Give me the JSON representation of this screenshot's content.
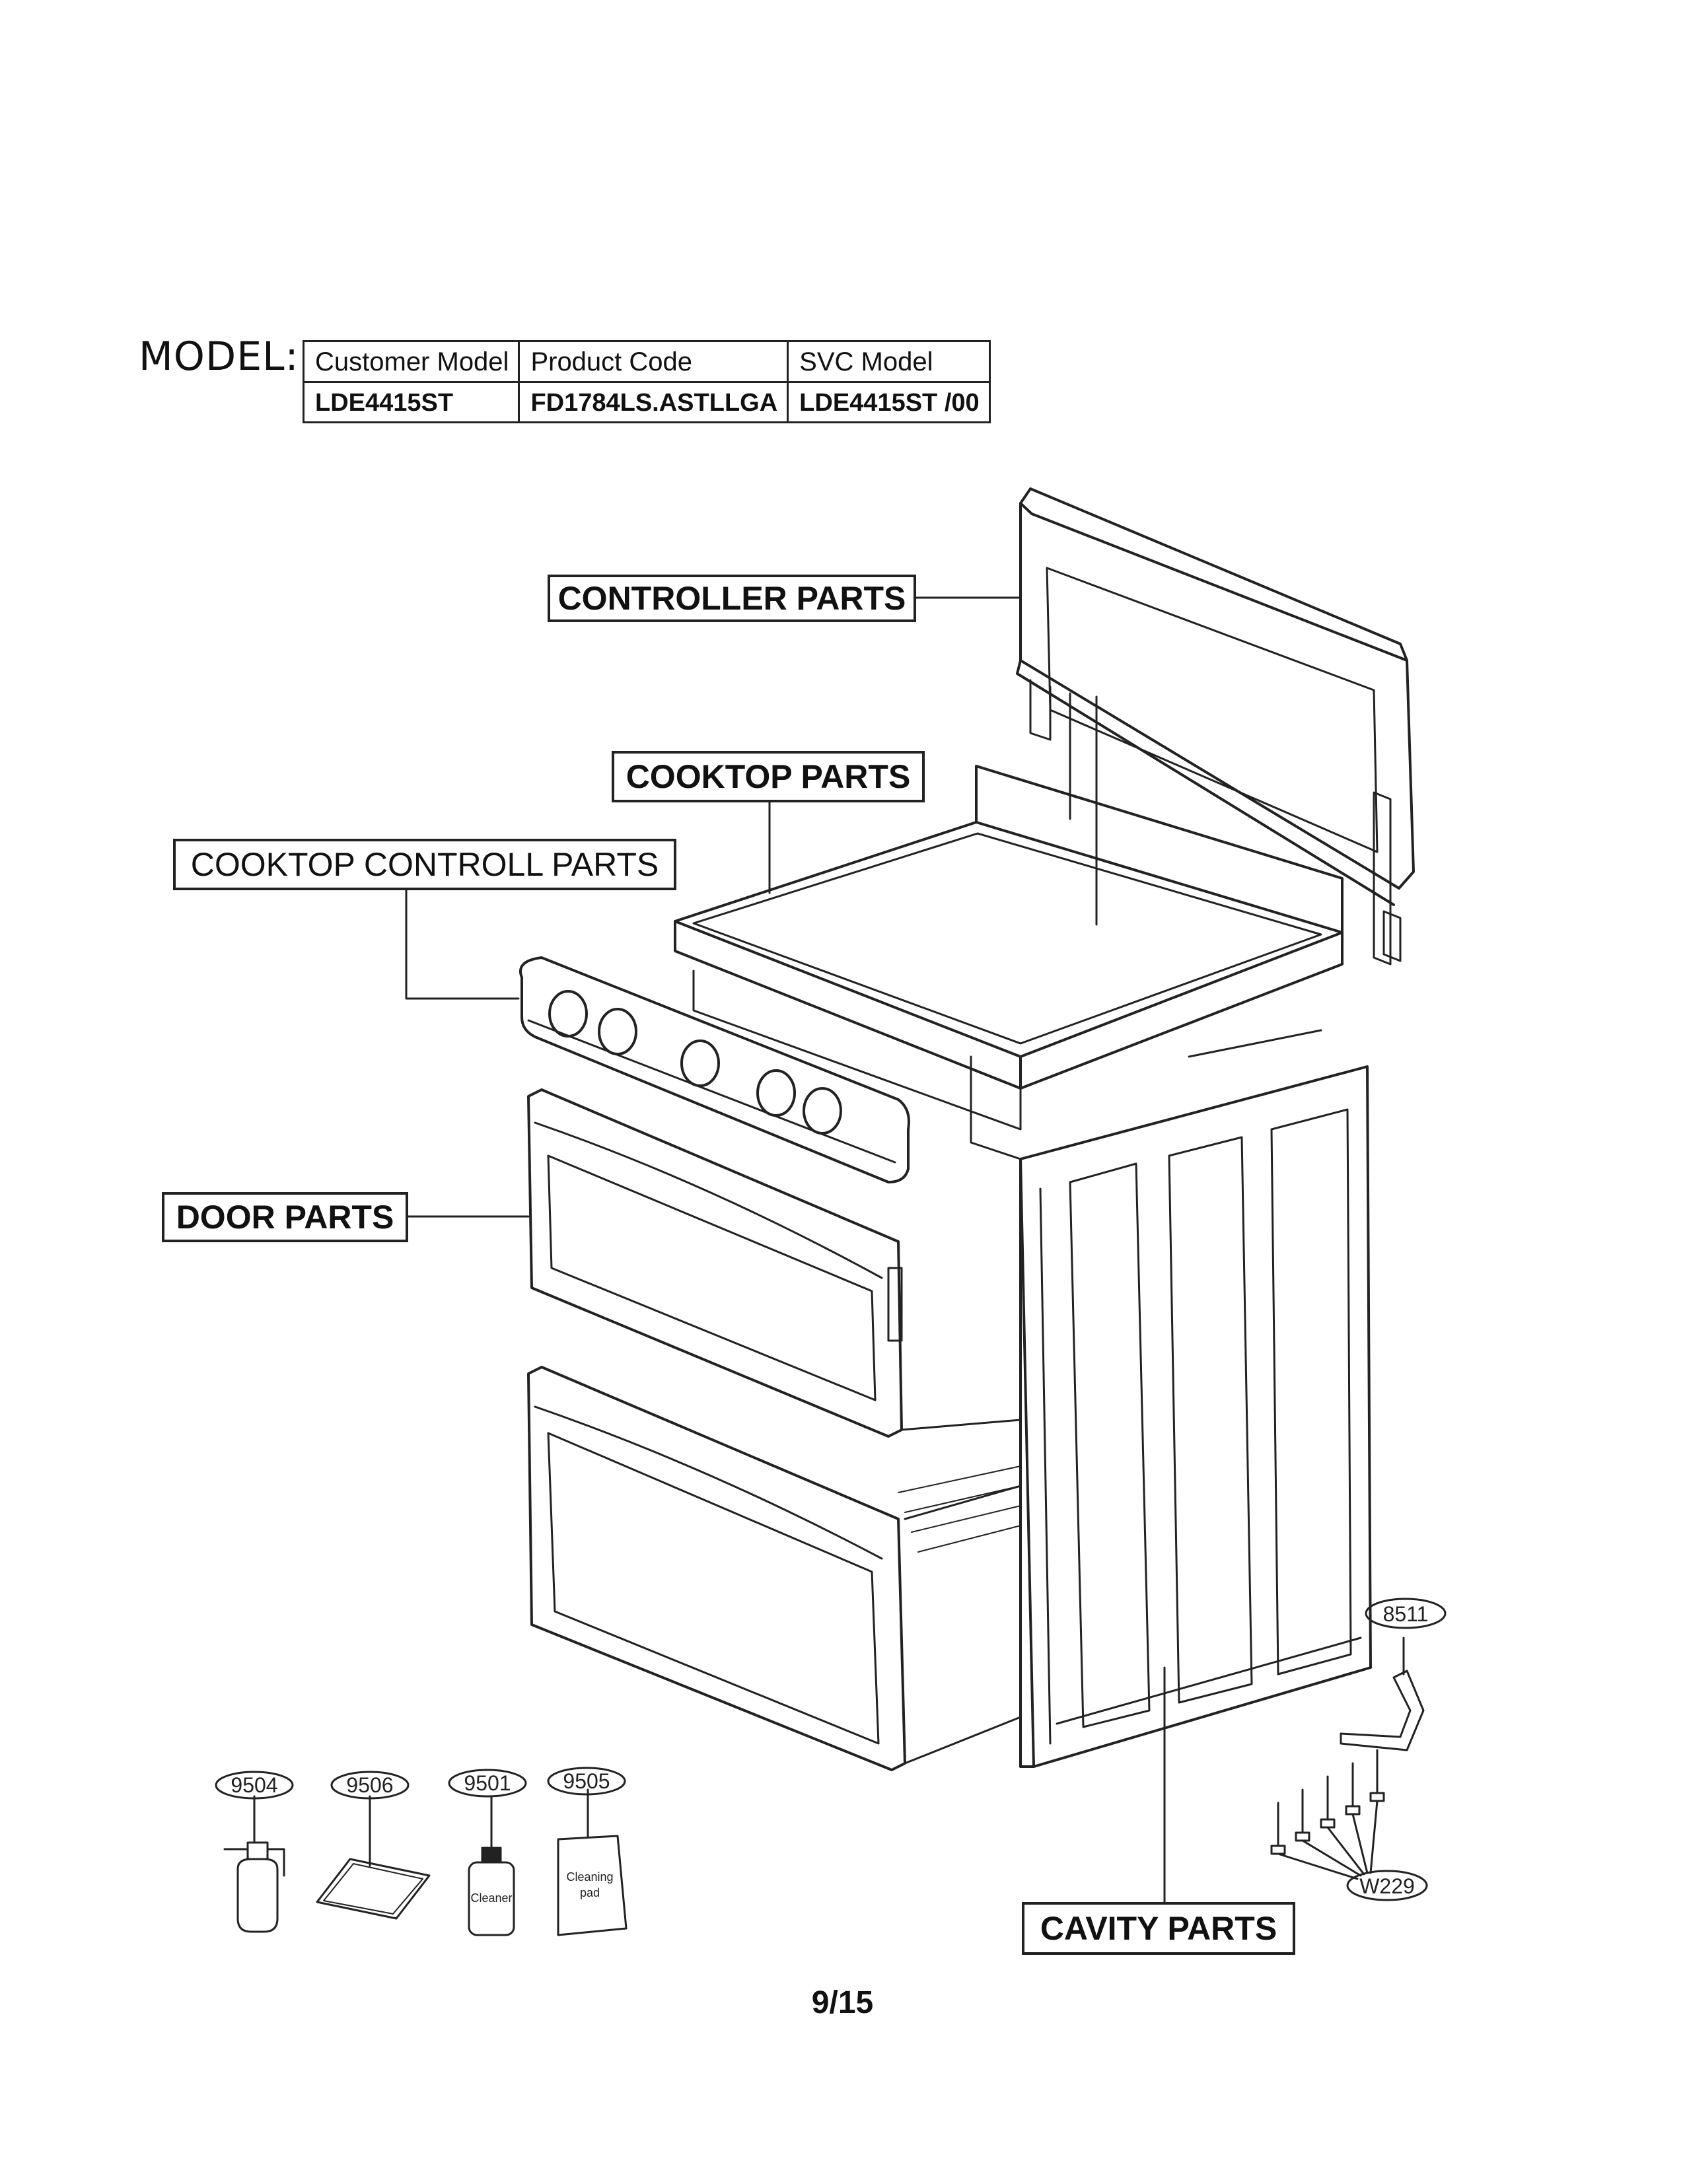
{
  "model": {
    "label": "MODEL:",
    "headers": [
      "Customer Model",
      "Product Code",
      "SVC Model"
    ],
    "values": [
      "LDE4415ST",
      "FD1784LS.ASTLLGA",
      "LDE4415ST /00"
    ]
  },
  "callouts": {
    "controller": "CONTROLLER PARTS",
    "cooktop": "COOKTOP PARTS",
    "cooktop_control": "COOKTOP CONTROLL PARTS",
    "door": "DOOR PARTS",
    "cavity": "CAVITY PARTS"
  },
  "part_numbers": {
    "p9504": "9504",
    "p9506": "9506",
    "p9501": "9501",
    "p9505": "9505",
    "p8511": "8511",
    "w229": "W229"
  },
  "accessory_labels": {
    "cleaner": "Cleaner",
    "cleaning_pad_line1": "Cleaning",
    "cleaning_pad_line2": "pad"
  },
  "page": "9/15"
}
